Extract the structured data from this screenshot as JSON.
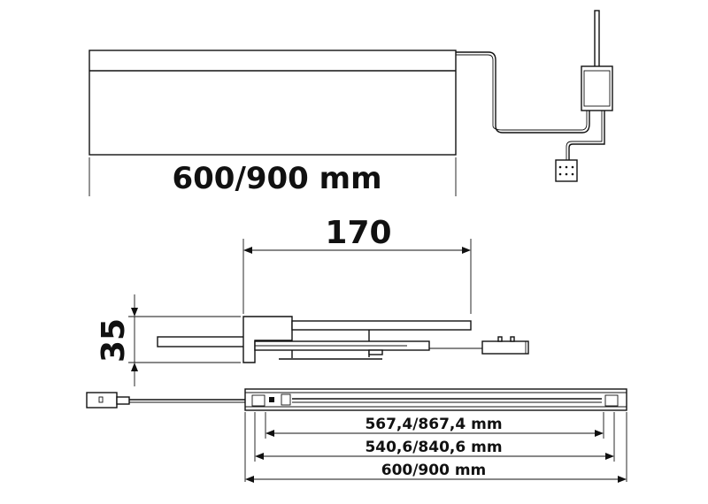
{
  "top_view": {
    "width_label": "600/900 mm"
  },
  "section_view": {
    "depth_label": "170",
    "height_label": "35"
  },
  "bottom_view": {
    "dim_inner_label": "567,4/867,4 mm",
    "dim_mid_label": "540,6/840,6 mm",
    "dim_overall_label": "600/900 mm"
  }
}
